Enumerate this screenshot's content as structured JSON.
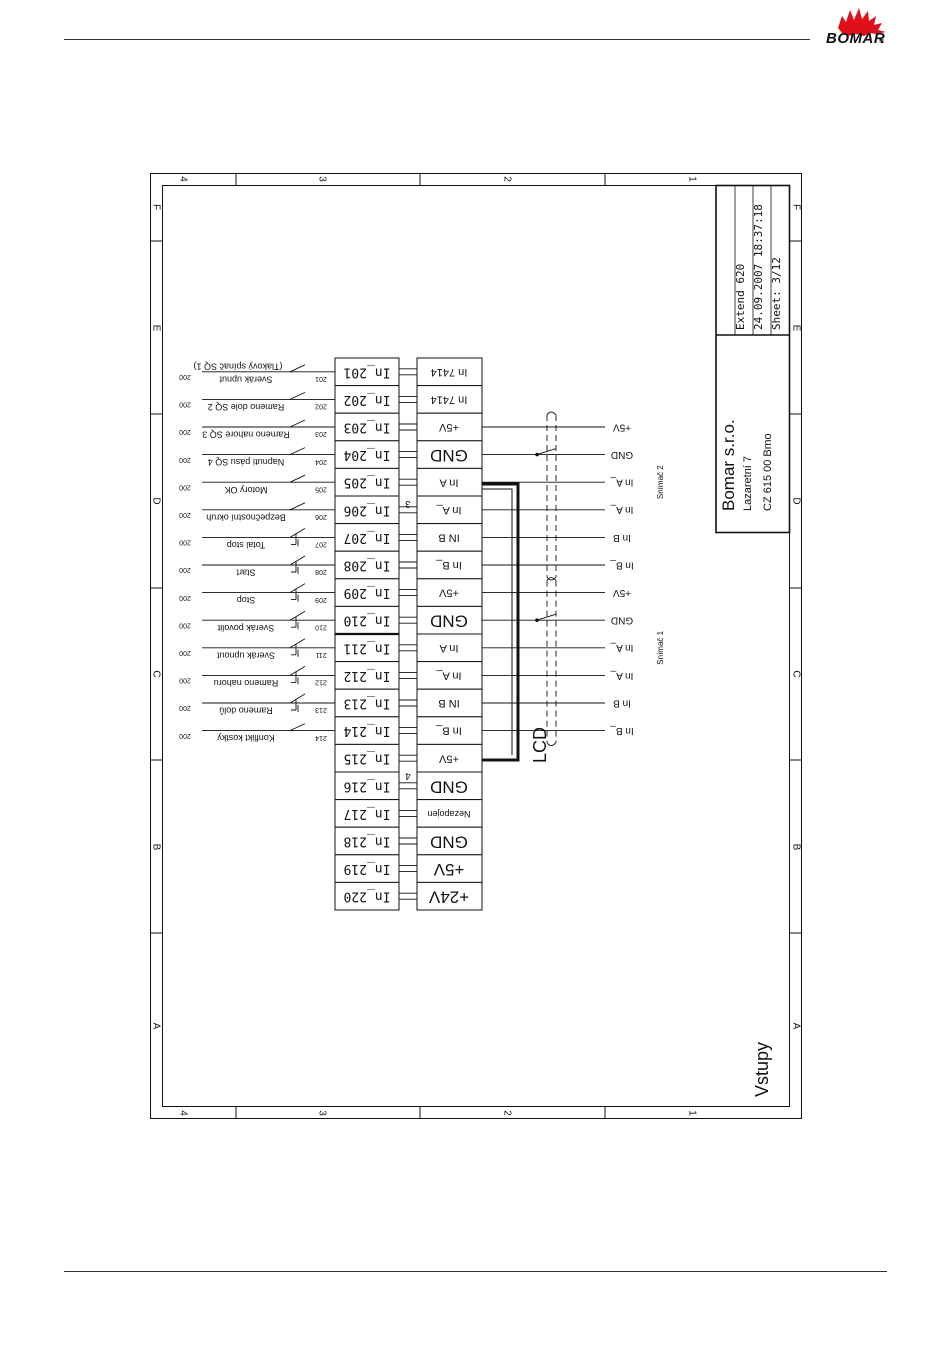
{
  "header": {
    "logo_text": "BOMAR",
    "logo_reg": "®"
  },
  "grid": {
    "columns": [
      "4",
      "3",
      "2",
      "1"
    ],
    "rows": [
      "F",
      "E",
      "D",
      "C",
      "B",
      "A"
    ]
  },
  "title_block": {
    "project": "Extend 620",
    "datetime": "24.09.2007 18:37:18",
    "sheet": "Sheet: 3/12",
    "company": "Bomar s.r.o.",
    "street": "Lazaretní 7",
    "city": "CZ 615 00  Brno"
  },
  "sheet_title": "Vstupy",
  "lcd_label": "LCD",
  "connectors": [
    "3",
    "4"
  ],
  "sensor_labels": [
    "Snímač 2",
    "Snímač 1"
  ],
  "terminals": [
    {
      "inner": "In_201",
      "outer": "In 7414",
      "wire": "201",
      "label": "Sverák upnut",
      "label2": "(Tlakový spínač SQ 1)",
      "ref": "200",
      "sw": "nc"
    },
    {
      "inner": "In_202",
      "outer": "In 7414",
      "wire": "202",
      "label": "Rameno dole SQ 2",
      "ref": "200",
      "sw": "nc"
    },
    {
      "inner": "In_203",
      "outer": "+5V",
      "wire": "203",
      "label": "Rameno nahore SQ 3",
      "ref": "200",
      "sw": "nc",
      "ext": "+5V"
    },
    {
      "inner": "In_204",
      "outer": "GND",
      "wire": "204",
      "label": "Napnutí pásu SQ 4",
      "ref": "200",
      "sw": "nc",
      "ext": "GND"
    },
    {
      "inner": "In_205",
      "outer": "In A",
      "wire": "205",
      "label": "Motory OK",
      "ref": "200",
      "sw": "nc",
      "ext": "In A_"
    },
    {
      "inner": "In_206",
      "outer": "In A_",
      "wire": "206",
      "label": "Bezpečnostní okruh",
      "ref": "200",
      "sw": "nc",
      "ext": "In A_"
    },
    {
      "inner": "In_207",
      "outer": "IN B",
      "wire": "207",
      "label": "Total stop",
      "ref": "200",
      "sw": "btn",
      "ext": "In B"
    },
    {
      "inner": "In_208",
      "outer": "In B_",
      "wire": "208",
      "label": "Start",
      "ref": "200",
      "sw": "btn",
      "ext": "In B_"
    },
    {
      "inner": "In_209",
      "outer": "+5V",
      "wire": "209",
      "label": "Stop",
      "ref": "200",
      "sw": "btn",
      "ext": "+5V"
    },
    {
      "inner": "In_210",
      "outer": "GND",
      "wire": "210",
      "label": "Sverák povolit",
      "ref": "200",
      "sw": "btn",
      "ext": "GND"
    },
    {
      "inner": "In_211",
      "outer": "In A",
      "wire": "211",
      "label": "Sverák upnout",
      "ref": "200",
      "sw": "btn",
      "ext": "In A_"
    },
    {
      "inner": "In_212",
      "outer": "In A_",
      "wire": "212",
      "label": "Rameno nahoru",
      "ref": "200",
      "sw": "btn",
      "ext": "In A_"
    },
    {
      "inner": "In_213",
      "outer": "IN B",
      "wire": "213",
      "label": "Rameno dolů",
      "ref": "200",
      "sw": "btn",
      "ext": "In B"
    },
    {
      "inner": "In_214",
      "outer": "In B_",
      "wire": "214",
      "label": "Konflikt kostky",
      "ref": "200",
      "sw": "nc",
      "ext": "In B_"
    },
    {
      "inner": "In_215",
      "outer": "+5V"
    },
    {
      "inner": "In_216",
      "outer": "GND"
    },
    {
      "inner": "In_217",
      "outer": "Nezapojen"
    },
    {
      "inner": "In_218",
      "outer": "GND"
    },
    {
      "inner": "In_219",
      "outer": "+5V"
    },
    {
      "inner": "In_220",
      "outer": "+24V"
    }
  ]
}
